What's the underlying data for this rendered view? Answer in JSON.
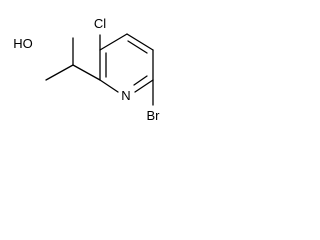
{
  "molecule": {
    "atoms": {
      "chloro": "Cl",
      "hydroxyl": "HO",
      "ring_nitrogen": "N",
      "bromo": "Br"
    }
  },
  "colors": {
    "bond": "#000000",
    "text": "#000000",
    "background": "#ffffff"
  }
}
